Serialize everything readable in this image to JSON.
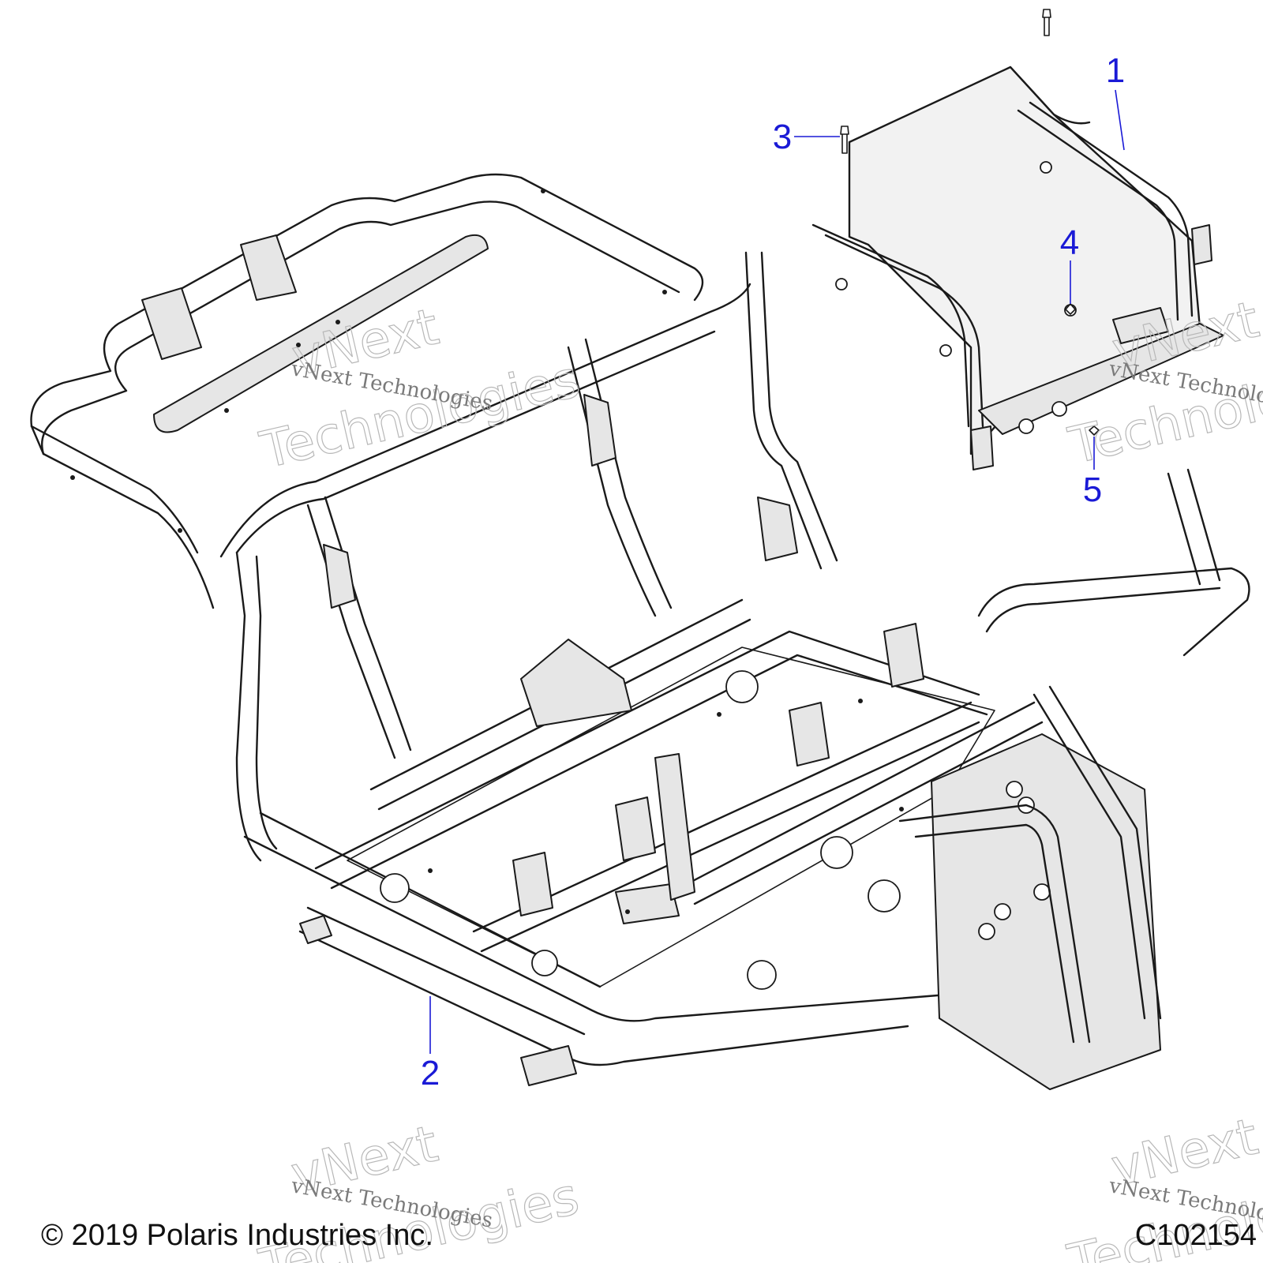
{
  "callouts": [
    {
      "id": "1",
      "label": "1"
    },
    {
      "id": "2",
      "label": "2"
    },
    {
      "id": "3",
      "label": "3"
    },
    {
      "id": "4",
      "label": "4"
    },
    {
      "id": "5",
      "label": "5"
    }
  ],
  "watermark": {
    "brand": "vNext",
    "brand2": "Technologies",
    "line": "vNext Technologies"
  },
  "footer": {
    "copyright": "© 2019 Polaris Industries Inc.",
    "code": "C102154"
  },
  "colors": {
    "callout": "#1a1ad6",
    "line": "#1a1a1a"
  }
}
